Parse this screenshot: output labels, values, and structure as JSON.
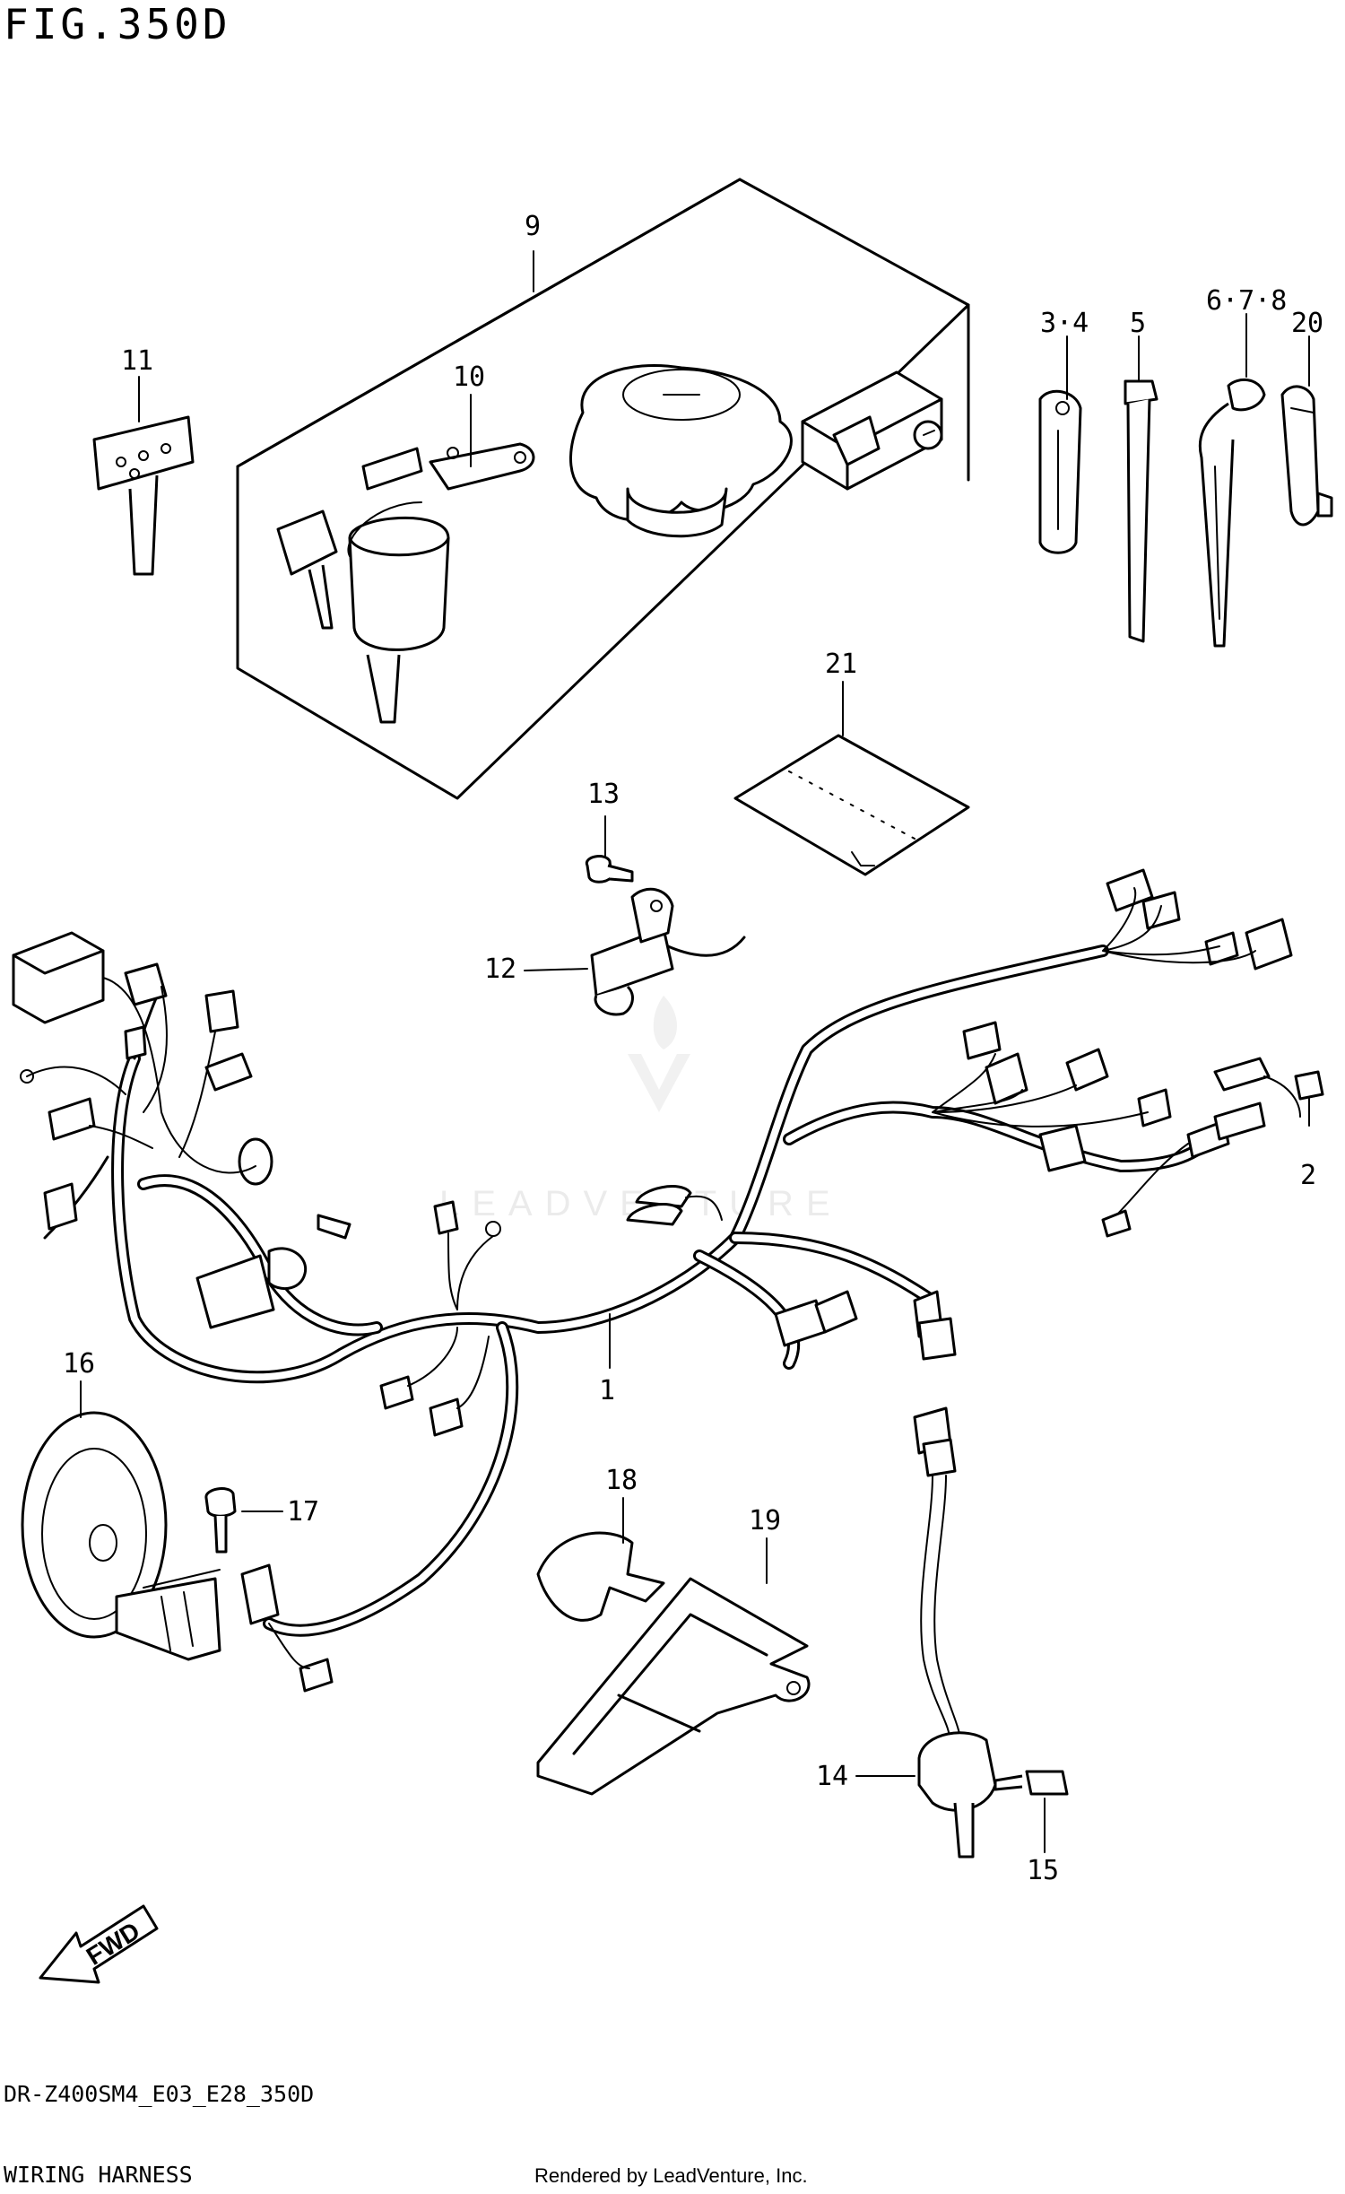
{
  "figure": {
    "title": "FIG.350D",
    "model_code": "DR-Z400SM4_E03_E28_350D",
    "caption": "WIRING HARNESS",
    "rendered_by": "Rendered by LeadVenture, Inc.",
    "watermark": "LEADVENTURE",
    "fwd_label": "FWD"
  },
  "callouts": [
    "1",
    "2",
    "3·4",
    "5",
    "6·7·8",
    "9",
    "10",
    "11",
    "12",
    "13",
    "14",
    "15",
    "16",
    "17",
    "18",
    "19",
    "20",
    "21"
  ]
}
